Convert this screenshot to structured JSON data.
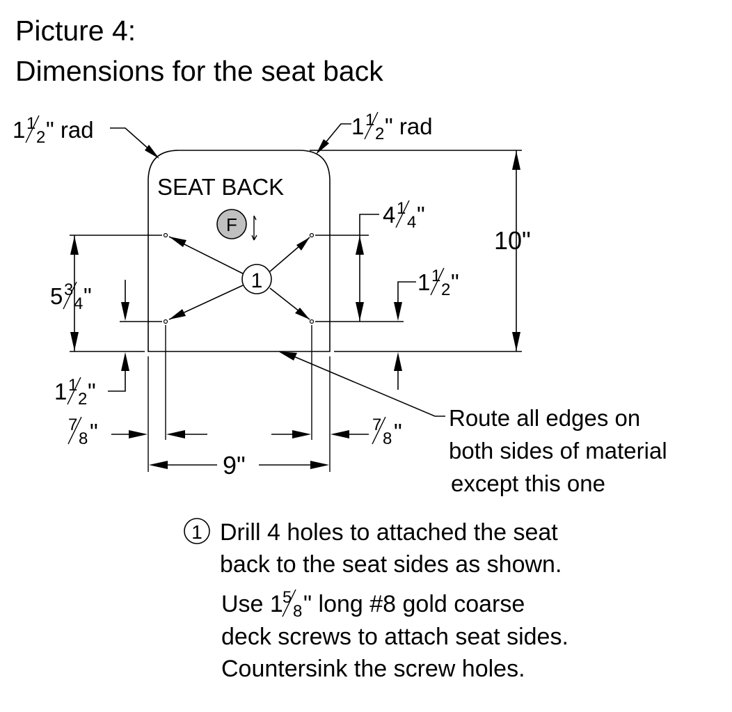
{
  "title": {
    "line1": "Picture 4:",
    "line2": "Dimensions for the seat back"
  },
  "part": {
    "label": "SEAT BACK",
    "grain_marker": "F",
    "callout_number": "1"
  },
  "dimensions": {
    "corner_radius_left": {
      "whole": "1",
      "num": "1",
      "den": "2",
      "suffix": "\" rad"
    },
    "corner_radius_right": {
      "whole": "1",
      "num": "1",
      "den": "2",
      "suffix": "\" rad"
    },
    "height": "10\"",
    "width": "9\"",
    "upper_hole_height": {
      "whole": "4",
      "num": "1",
      "den": "4",
      "suffix": "\""
    },
    "lower_hole_height_right": {
      "whole": "1",
      "num": "1",
      "den": "2",
      "suffix": "\""
    },
    "hole_spacing_vertical": {
      "whole": "5",
      "num": "3",
      "den": "4",
      "suffix": "\""
    },
    "lower_hole_height_left": {
      "whole": "1",
      "num": "1",
      "den": "2",
      "suffix": "\""
    },
    "hole_inset_left": {
      "num": "7",
      "den": "8",
      "suffix": "\""
    },
    "hole_inset_right": {
      "num": "7",
      "den": "8",
      "suffix": "\""
    }
  },
  "route_note": {
    "line1": "Route all edges on",
    "line2": "both sides of material",
    "line3": "except this one"
  },
  "instructions": {
    "number": "1",
    "line1": "Drill 4 holes to attached the seat",
    "line2": "back to the seat sides as shown.",
    "line3_pre": "Use 1 ",
    "line3_num": "5",
    "line3_den": "8",
    "line3_post": "\"  long #8 gold coarse",
    "line4": "deck screws to attach seat sides.",
    "line5": "Countersink the screw holes."
  }
}
